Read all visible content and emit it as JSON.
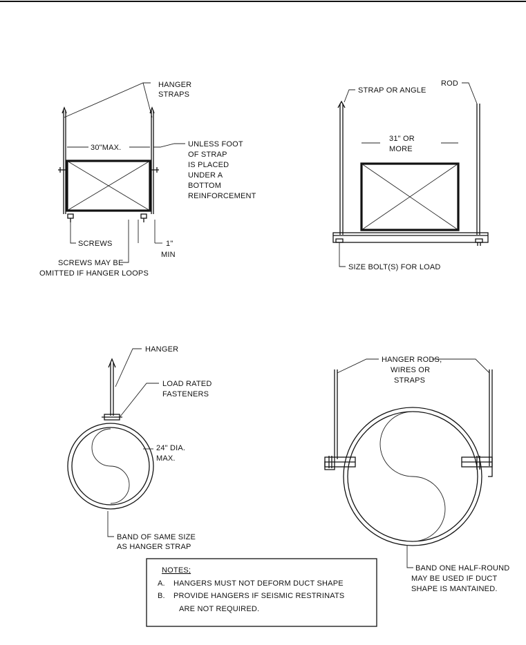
{
  "detail_a": {
    "hanger_straps_line1": "HANGER",
    "hanger_straps_line2": "STRAPS",
    "max_width": "30\"MAX.",
    "unless_lines": [
      "UNLESS FOOT",
      "OF STRAP",
      "IS PLACED",
      "UNDER A",
      "BOTTOM",
      "REINFORCEMENT"
    ],
    "screws": "SCREWS",
    "min_line1": "1\"",
    "min_line2": "MIN",
    "screws_note_line1": "SCREWS MAY BE",
    "screws_note_line2": "OMITTED IF HANGER LOOPS"
  },
  "detail_b": {
    "strap_or_angle": "STRAP OR ANGLE",
    "rod": "ROD",
    "width_line1": "31\" OR",
    "width_line2": "MORE",
    "size_bolts": "SIZE BOLT(S) FOR LOAD"
  },
  "detail_c": {
    "hanger": "HANGER",
    "fasteners_line1": "LOAD RATED",
    "fasteners_line2": "FASTENERS",
    "dia_line1": "24\" DIA.",
    "dia_line2": "MAX.",
    "band_line1": "BAND OF SAME SIZE",
    "band_line2": "AS HANGER STRAP"
  },
  "detail_d": {
    "rods_line1": "HANGER RODS,",
    "rods_line2": "WIRES OR",
    "rods_line3": "STRAPS",
    "band_line1": "BAND ONE HALF-ROUND",
    "band_line2": "MAY BE USED IF DUCT",
    "band_line3": "SHAPE IS MANTAINED."
  },
  "notes": {
    "heading": "NOTES;",
    "items": [
      {
        "key": "A.",
        "text": "HANGERS MUST NOT DEFORM DUCT SHAPE"
      },
      {
        "key": "B.",
        "text": "PROVIDE HANGERS IF SEISMIC RESTRINATS"
      }
    ],
    "continuation": "ARE NOT REQUIRED."
  }
}
